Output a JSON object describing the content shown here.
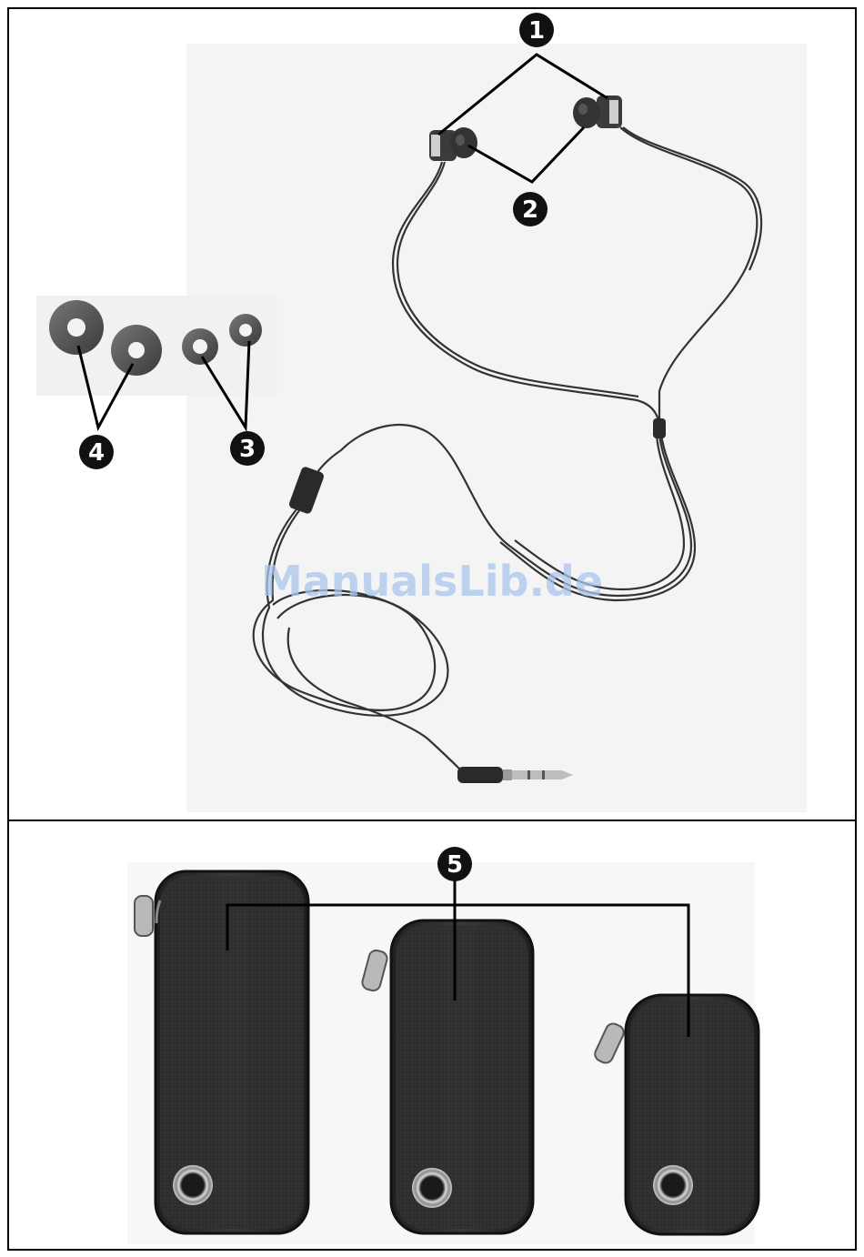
{
  "watermark": {
    "text": "ManualsLib.de"
  },
  "callouts": [
    {
      "id": "1",
      "text": "1",
      "meaning": "earphone-housing"
    },
    {
      "id": "2",
      "text": "2",
      "meaning": "ear-tip-medium"
    },
    {
      "id": "3",
      "text": "3",
      "meaning": "ear-tip-small"
    },
    {
      "id": "4",
      "text": "4",
      "meaning": "ear-tip-large"
    },
    {
      "id": "5",
      "text": "5",
      "meaning": "storage-pouch"
    }
  ],
  "colors": {
    "frame": "#000000",
    "photo_bg": "#f4f4f4",
    "pouch": "#2a2a2a",
    "callout_fill": "#111111",
    "watermark": "#a9c6ec"
  }
}
